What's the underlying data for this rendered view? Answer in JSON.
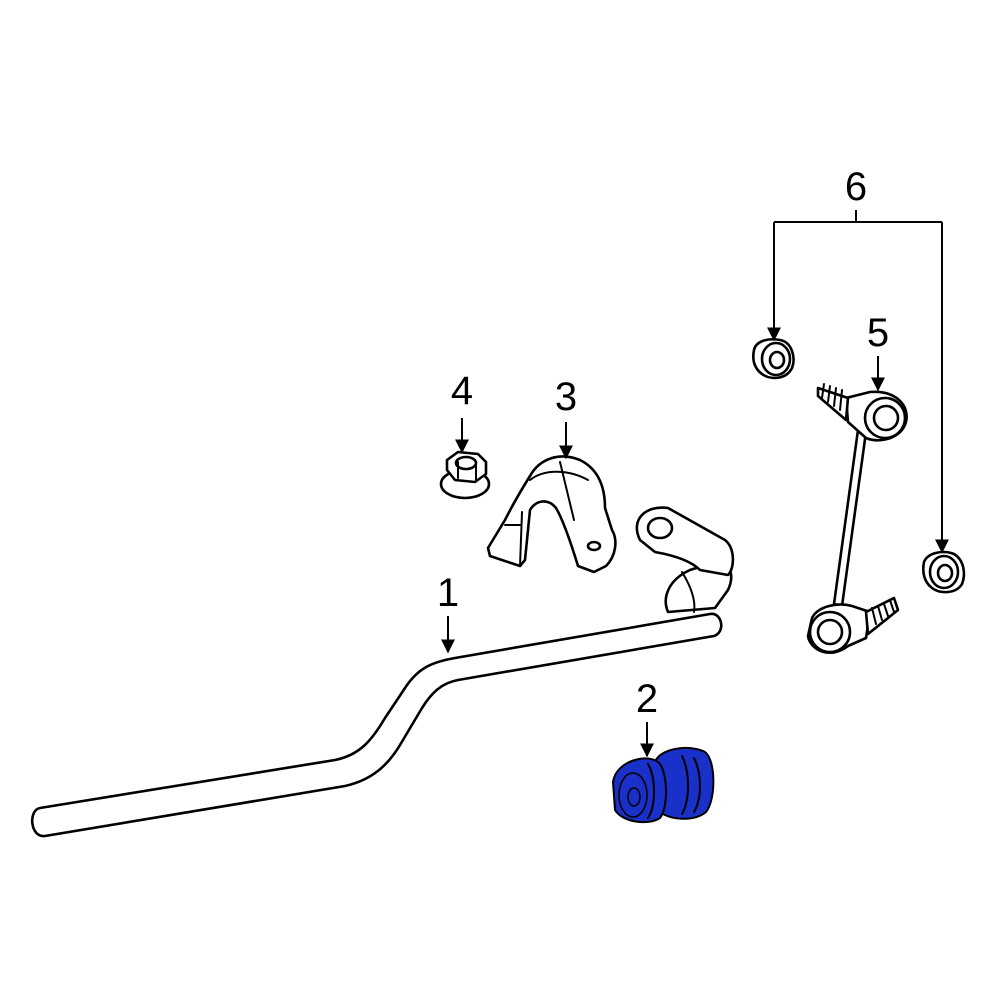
{
  "diagram": {
    "highlight_color": "#1a31c9",
    "callouts": [
      {
        "id": "1",
        "label": "1"
      },
      {
        "id": "2",
        "label": "2"
      },
      {
        "id": "3",
        "label": "3"
      },
      {
        "id": "4",
        "label": "4"
      },
      {
        "id": "5",
        "label": "5"
      },
      {
        "id": "6",
        "label": "6"
      }
    ]
  }
}
